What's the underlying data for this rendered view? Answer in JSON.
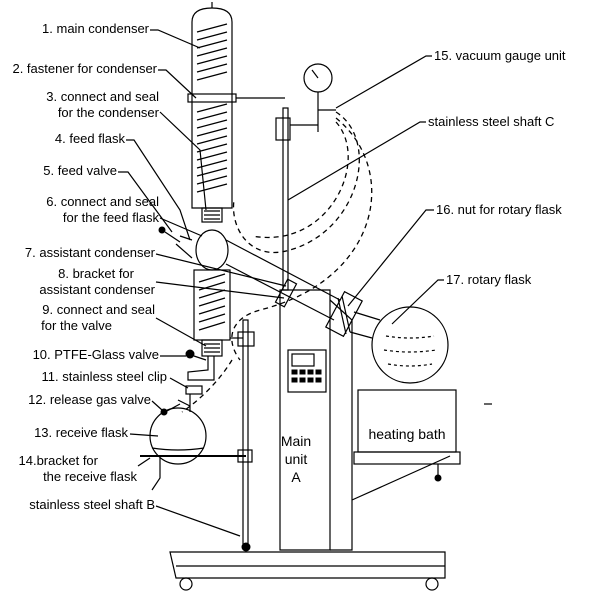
{
  "labels_left": [
    {
      "id": "main-condenser",
      "text": "1. main condenser"
    },
    {
      "id": "fastener-condenser",
      "text": "2. fastener for condenser"
    },
    {
      "id": "connect-seal-condenser-1",
      "text": "3. connect and seal"
    },
    {
      "id": "connect-seal-condenser-2",
      "text": "for the condenser"
    },
    {
      "id": "feed-flask",
      "text": "4. feed flask"
    },
    {
      "id": "feed-valve",
      "text": "5. feed valve"
    },
    {
      "id": "connect-seal-feed-1",
      "text": "6. connect and seal"
    },
    {
      "id": "connect-seal-feed-2",
      "text": "for the feed flask"
    },
    {
      "id": "assistant-condenser",
      "text": "7. assistant condenser"
    },
    {
      "id": "bracket-assistant-1",
      "text": "8. bracket for"
    },
    {
      "id": "bracket-assistant-2",
      "text": "assistant condenser"
    },
    {
      "id": "connect-seal-valve-1",
      "text": "9. connect and seal"
    },
    {
      "id": "connect-seal-valve-2",
      "text": "for the valve"
    },
    {
      "id": "ptfe-glass-valve",
      "text": "10. PTFE-Glass valve"
    },
    {
      "id": "stainless-clip",
      "text": "11. stainless steel clip"
    },
    {
      "id": "release-gas-valve",
      "text": "12. release gas valve"
    },
    {
      "id": "receive-flask",
      "text": "13. receive flask"
    },
    {
      "id": "bracket-receive-1",
      "text": "14.bracket for"
    },
    {
      "id": "bracket-receive-2",
      "text": "the receive flask"
    },
    {
      "id": "shaft-b",
      "text": "stainless steel shaft B"
    }
  ],
  "labels_right": [
    {
      "id": "vacuum-gauge",
      "text": "15. vacuum gauge unit"
    },
    {
      "id": "shaft-c",
      "text": "stainless steel shaft C"
    },
    {
      "id": "nut-rotary",
      "text": "16. nut for rotary flask"
    },
    {
      "id": "rotary-flask",
      "text": "17. rotary flask"
    }
  ],
  "main_unit": {
    "line1": "Main",
    "line2": "unit",
    "line3": "A"
  },
  "heating_bath": "heating bath"
}
